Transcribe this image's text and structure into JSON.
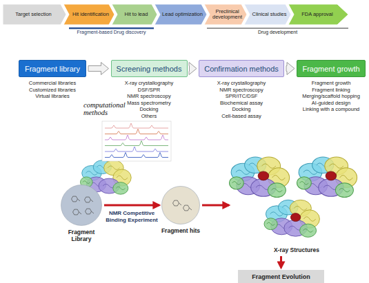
{
  "diagram": {
    "nodes": [
      {
        "text": [
          "Target selection"
        ]
      },
      {
        "text": [
          "Hit identification"
        ]
      },
      {
        "text": [
          "Hit to lead"
        ]
      },
      {
        "text": [
          "Lead optimization"
        ]
      },
      {
        "text": [
          "Preclinical development"
        ]
      },
      {
        "text": [
          "Clinical studies"
        ]
      },
      {
        "text": [
          "FDA approval"
        ]
      },
      {
        "text": [
          "Fragment library",
          "Commercial libraries",
          "Customized libraries",
          "Virtual libraries"
        ]
      },
      {
        "text": [
          "Screening methods",
          "X-ray crystallography",
          "DSF/SPR",
          "NMR spectroscopy",
          "Mass spectrometry",
          "Docking",
          "Others"
        ]
      },
      {
        "text": [
          "Confirmation methods",
          "X-ray crystallography",
          "NMR spectroscopy",
          "SPR/ITC/DSF",
          "Biochemical assay",
          "Docking",
          "Cell-based assay"
        ]
      },
      {
        "text": [
          "Fragment growth",
          "Fragment growth",
          "Fragment linking",
          "Merging/scaffold hopping",
          "AI-guided design",
          "Linking with a compound"
        ]
      },
      {
        "text": [
          "Fragment Library"
        ]
      },
      {
        "text": [
          "Fragment hits"
        ]
      },
      {
        "text": [
          "X-ray Structures"
        ]
      },
      {
        "text": [
          "Fragment Evolution"
        ]
      }
    ],
    "edges": [
      {
        "from": 7,
        "to": 8,
        "arrow": "to"
      },
      {
        "from": 8,
        "to": 9,
        "arrow": "to"
      },
      {
        "from": 9,
        "to": 10,
        "arrow": "to"
      },
      {
        "from": 11,
        "to": 12,
        "label": "NMR Competitive Binding Experiment",
        "arrow": "to"
      },
      {
        "from": 12,
        "to": 13,
        "arrow": "to"
      },
      {
        "from": 13,
        "to": 14,
        "arrow": "to"
      }
    ],
    "labels": [
      "Fragment-based Drug discovery",
      "Drug development",
      "computational methods"
    ]
  }
}
